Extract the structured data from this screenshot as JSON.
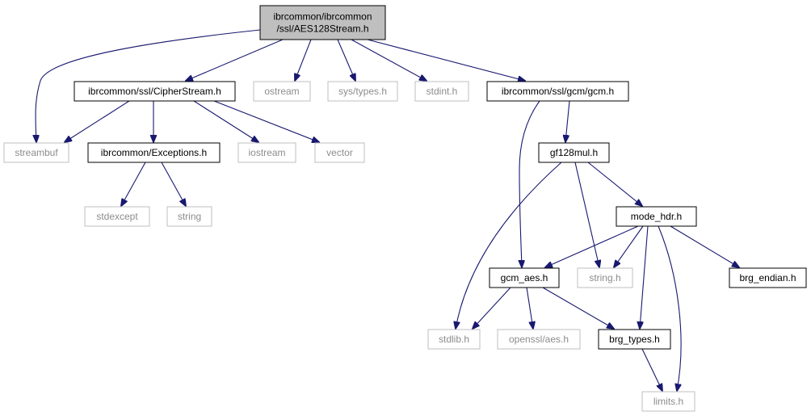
{
  "nodes": [
    {
      "id": "aes128stream",
      "lines": [
        "ibrcommon/ibrcommon",
        "/ssl/AES128Stream.h"
      ],
      "kind": "root"
    },
    {
      "id": "streambuf",
      "lines": [
        "streambuf"
      ],
      "kind": "system"
    },
    {
      "id": "cipherstream",
      "lines": [
        "ibrcommon/ssl/CipherStream.h"
      ],
      "kind": "local"
    },
    {
      "id": "ostream",
      "lines": [
        "ostream"
      ],
      "kind": "system"
    },
    {
      "id": "systypes",
      "lines": [
        "sys/types.h"
      ],
      "kind": "system"
    },
    {
      "id": "stdint",
      "lines": [
        "stdint.h"
      ],
      "kind": "system"
    },
    {
      "id": "gcm",
      "lines": [
        "ibrcommon/ssl/gcm/gcm.h"
      ],
      "kind": "local"
    },
    {
      "id": "exceptions",
      "lines": [
        "ibrcommon/Exceptions.h"
      ],
      "kind": "local"
    },
    {
      "id": "iostream",
      "lines": [
        "iostream"
      ],
      "kind": "system"
    },
    {
      "id": "vector",
      "lines": [
        "vector"
      ],
      "kind": "system"
    },
    {
      "id": "stdexcept",
      "lines": [
        "stdexcept"
      ],
      "kind": "system"
    },
    {
      "id": "string",
      "lines": [
        "string"
      ],
      "kind": "system"
    },
    {
      "id": "gf128mul",
      "lines": [
        "gf128mul.h"
      ],
      "kind": "local"
    },
    {
      "id": "modehdr",
      "lines": [
        "mode_hdr.h"
      ],
      "kind": "local"
    },
    {
      "id": "gcmaes",
      "lines": [
        "gcm_aes.h"
      ],
      "kind": "local"
    },
    {
      "id": "stringh",
      "lines": [
        "string.h"
      ],
      "kind": "system"
    },
    {
      "id": "brgendian",
      "lines": [
        "brg_endian.h"
      ],
      "kind": "local"
    },
    {
      "id": "stdlib",
      "lines": [
        "stdlib.h"
      ],
      "kind": "system"
    },
    {
      "id": "opensslaes",
      "lines": [
        "openssl/aes.h"
      ],
      "kind": "system"
    },
    {
      "id": "brgtypes",
      "lines": [
        "brg_types.h"
      ],
      "kind": "local"
    },
    {
      "id": "limits",
      "lines": [
        "limits.h"
      ],
      "kind": "system"
    }
  ],
  "edges": [
    [
      "aes128stream",
      "streambuf"
    ],
    [
      "aes128stream",
      "cipherstream"
    ],
    [
      "aes128stream",
      "ostream"
    ],
    [
      "aes128stream",
      "systypes"
    ],
    [
      "aes128stream",
      "stdint"
    ],
    [
      "aes128stream",
      "gcm"
    ],
    [
      "cipherstream",
      "streambuf"
    ],
    [
      "cipherstream",
      "exceptions"
    ],
    [
      "cipherstream",
      "iostream"
    ],
    [
      "cipherstream",
      "vector"
    ],
    [
      "exceptions",
      "stdexcept"
    ],
    [
      "exceptions",
      "string"
    ],
    [
      "gcm",
      "gf128mul"
    ],
    [
      "gcm",
      "gcmaes"
    ],
    [
      "gf128mul",
      "stdlib"
    ],
    [
      "gf128mul",
      "stringh"
    ],
    [
      "gf128mul",
      "modehdr"
    ],
    [
      "modehdr",
      "gcmaes"
    ],
    [
      "modehdr",
      "stringh"
    ],
    [
      "modehdr",
      "brgtypes"
    ],
    [
      "modehdr",
      "limits"
    ],
    [
      "modehdr",
      "brgendian"
    ],
    [
      "gcmaes",
      "stdlib"
    ],
    [
      "gcmaes",
      "opensslaes"
    ],
    [
      "gcmaes",
      "brgtypes"
    ],
    [
      "brgtypes",
      "limits"
    ]
  ]
}
